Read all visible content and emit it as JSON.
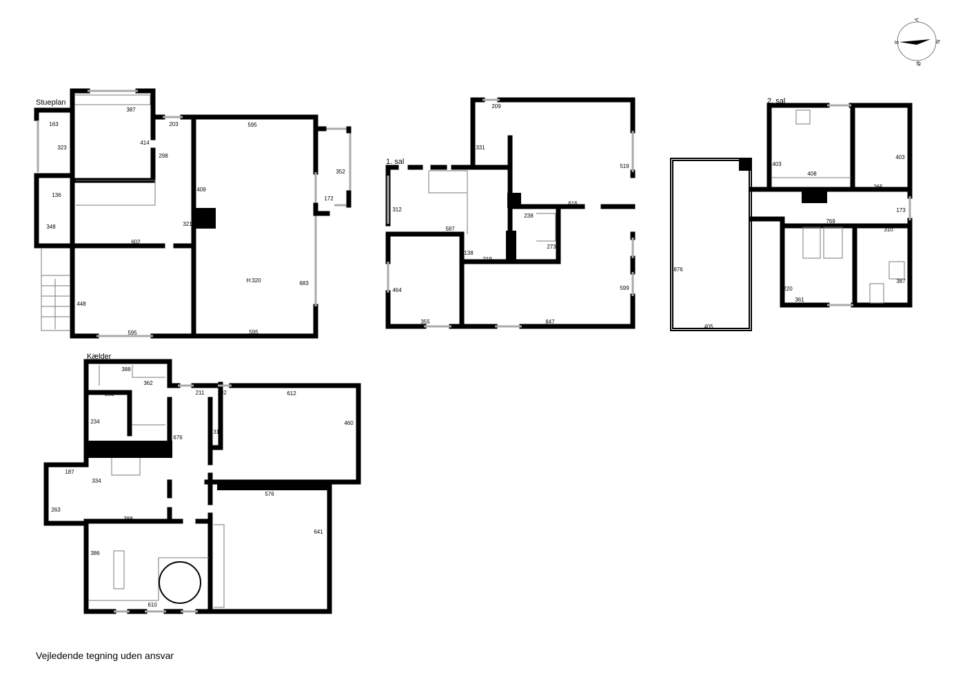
{
  "floors": {
    "ground": {
      "title": "Stueplan",
      "dims": [
        "387",
        "163",
        "323",
        "414",
        "298",
        "203",
        "595",
        "352",
        "172",
        "136",
        "409",
        "321",
        "348",
        "602",
        "448",
        "595",
        "H:320",
        "683",
        "595"
      ]
    },
    "first": {
      "title": "1. sal",
      "dims": [
        "209",
        "331",
        "519",
        "312",
        "616",
        "238",
        "587",
        "273",
        "138",
        "219",
        "464",
        "599",
        "355",
        "847"
      ]
    },
    "second": {
      "title": "2. sal",
      "dims": [
        "403",
        "408",
        "403",
        "265",
        "876",
        "173",
        "769",
        "310",
        "220",
        "387",
        "361",
        "405"
      ]
    },
    "basement": {
      "title": "Kælder",
      "dims": [
        "388",
        "362",
        "202",
        "211",
        "102",
        "612",
        "234",
        "676",
        "312",
        "460",
        "187",
        "334",
        "576",
        "263",
        "388",
        "641",
        "386",
        "610"
      ]
    }
  },
  "compass": {
    "n": "N",
    "s": "S",
    "v": "V",
    "o": "Ø"
  },
  "footer": {
    "disclaimer": "Vejledende tegning uden ansvar"
  }
}
